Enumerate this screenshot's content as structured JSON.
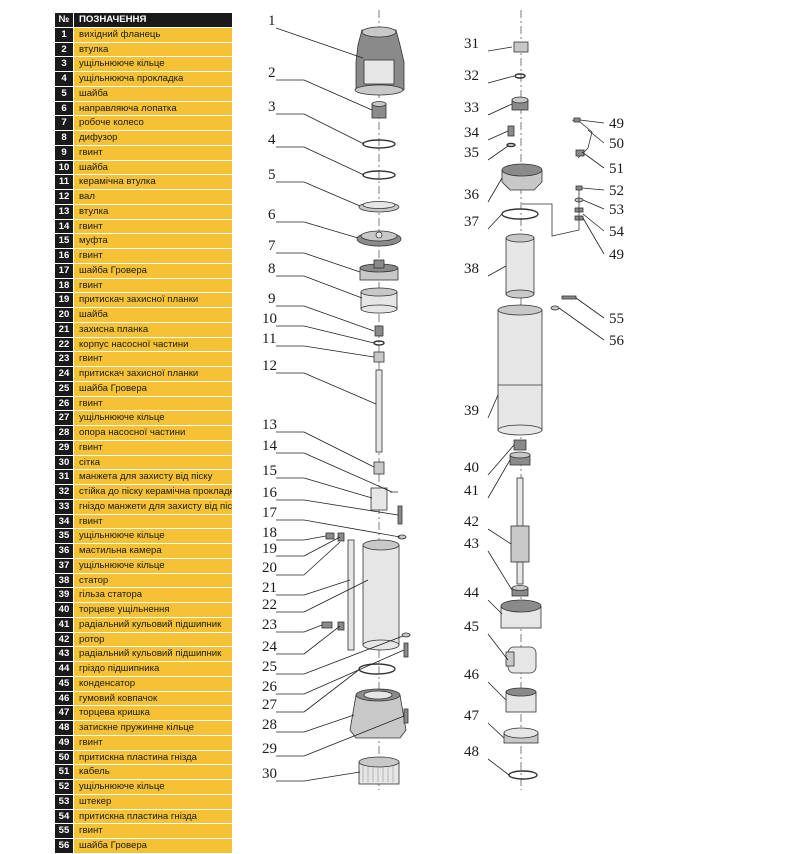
{
  "table": {
    "header": {
      "num": "№",
      "name": "ПОЗНАЧЕННЯ"
    },
    "rows": [
      {
        "num": "1",
        "name": "вихідний фланець"
      },
      {
        "num": "2",
        "name": "втулка"
      },
      {
        "num": "3",
        "name": "ущільнююче кільце"
      },
      {
        "num": "4",
        "name": "ущільнююча прокладка"
      },
      {
        "num": "5",
        "name": "шайба"
      },
      {
        "num": "6",
        "name": "направляюча лопатка"
      },
      {
        "num": "7",
        "name": "робоче колесо"
      },
      {
        "num": "8",
        "name": "дифузор"
      },
      {
        "num": "9",
        "name": "гвинт"
      },
      {
        "num": "10",
        "name": "шайба"
      },
      {
        "num": "11",
        "name": "керамічна втулка"
      },
      {
        "num": "12",
        "name": "вал"
      },
      {
        "num": "13",
        "name": "втулка"
      },
      {
        "num": "14",
        "name": "гвинт"
      },
      {
        "num": "15",
        "name": "муфта"
      },
      {
        "num": "16",
        "name": "гвинт"
      },
      {
        "num": "17",
        "name": "шайба Гровера"
      },
      {
        "num": "18",
        "name": "гвинт"
      },
      {
        "num": "19",
        "name": "притискач захисної планки"
      },
      {
        "num": "20",
        "name": "шайба"
      },
      {
        "num": "21",
        "name": "захисна планка"
      },
      {
        "num": "22",
        "name": "корпус насосної частини"
      },
      {
        "num": "23",
        "name": "гвинт"
      },
      {
        "num": "24",
        "name": "притискач захисної планки"
      },
      {
        "num": "25",
        "name": "шайба Гровера"
      },
      {
        "num": "26",
        "name": "гвинт"
      },
      {
        "num": "27",
        "name": "ущільнююче кільце"
      },
      {
        "num": "28",
        "name": "опора насосної частини"
      },
      {
        "num": "29",
        "name": "гвинт"
      },
      {
        "num": "30",
        "name": "сітка"
      },
      {
        "num": "31",
        "name": "манжета для захисту від піску"
      },
      {
        "num": "32",
        "name": "стійка до піску керамічна прокладка"
      },
      {
        "num": "33",
        "name": "гніздо манжети для захисту від піску"
      },
      {
        "num": "34",
        "name": "гвинт"
      },
      {
        "num": "35",
        "name": "ущільнююче кільце"
      },
      {
        "num": "36",
        "name": "мастильна камера"
      },
      {
        "num": "37",
        "name": "ущільнююче кільце"
      },
      {
        "num": "38",
        "name": "статор"
      },
      {
        "num": "39",
        "name": "гільза статора"
      },
      {
        "num": "40",
        "name": "торцеве ущільнення"
      },
      {
        "num": "41",
        "name": "радіальний кульовий підшипник"
      },
      {
        "num": "42",
        "name": "ротор"
      },
      {
        "num": "43",
        "name": "радіальний кульовий підшипник"
      },
      {
        "num": "44",
        "name": "гріздо підшипника"
      },
      {
        "num": "45",
        "name": "конденсатор"
      },
      {
        "num": "46",
        "name": "гумовий ковпачок"
      },
      {
        "num": "47",
        "name": "торцева кришка"
      },
      {
        "num": "48",
        "name": "затискне пружинне кільце"
      },
      {
        "num": "49",
        "name": "гвинт"
      },
      {
        "num": "50",
        "name": "притискна пластина гнізда"
      },
      {
        "num": "51",
        "name": "кабель"
      },
      {
        "num": "52",
        "name": "ущільнююче кільце"
      },
      {
        "num": "53",
        "name": "штекер"
      },
      {
        "num": "54",
        "name": "притискна пластина гнізда"
      },
      {
        "num": "55",
        "name": "гвинт"
      },
      {
        "num": "56",
        "name": "шайба Гровера"
      }
    ]
  },
  "callouts": {
    "c1": "1",
    "c2": "2",
    "c3": "3",
    "c4": "4",
    "c5": "5",
    "c6": "6",
    "c7": "7",
    "c8": "8",
    "c9": "9",
    "c10": "10",
    "c11": "11",
    "c12": "12",
    "c13": "13",
    "c14": "14",
    "c15": "15",
    "c16": "16",
    "c17": "17",
    "c18": "18",
    "c19": "19",
    "c20": "20",
    "c21": "21",
    "c22": "22",
    "c23": "23",
    "c24": "24",
    "c25": "25",
    "c26": "26",
    "c27": "27",
    "c28": "28",
    "c29": "29",
    "c30": "30",
    "c31": "31",
    "c32": "32",
    "c33": "33",
    "c34": "34",
    "c35": "35",
    "c36": "36",
    "c37": "37",
    "c38": "38",
    "c39": "39",
    "c40": "40",
    "c41": "41",
    "c42": "42",
    "c43": "43",
    "c44": "44",
    "c45": "45",
    "c46": "46",
    "c47": "47",
    "c48": "48",
    "c49a": "49",
    "c50": "50",
    "c51": "51",
    "c52": "52",
    "c53": "53",
    "c54": "54",
    "c49b": "49",
    "c55": "55",
    "c56": "56"
  }
}
